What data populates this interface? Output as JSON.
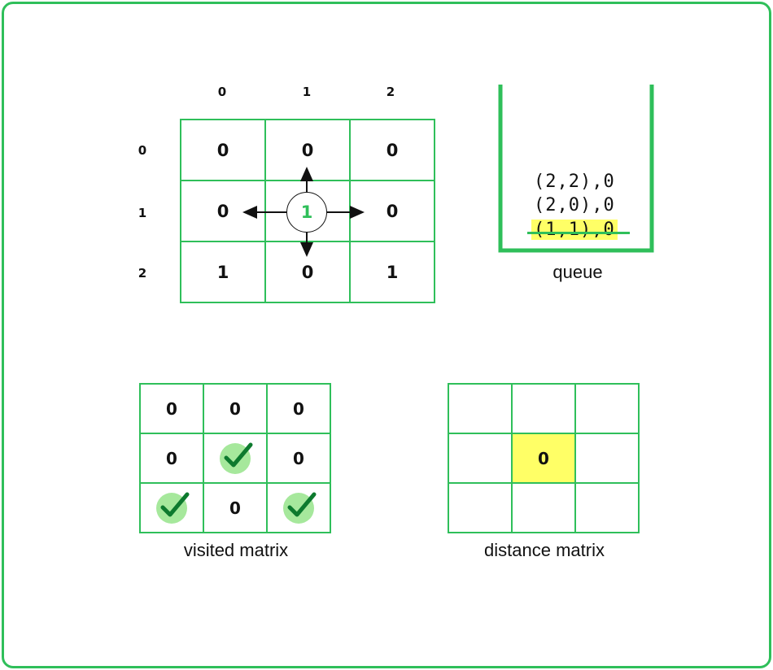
{
  "main_grid": {
    "col_indices": [
      "0",
      "1",
      "2"
    ],
    "row_indices": [
      "0",
      "1",
      "2"
    ],
    "cells": [
      [
        "0",
        "0",
        "0"
      ],
      [
        "0",
        "1",
        "0"
      ],
      [
        "1",
        "0",
        "1"
      ]
    ]
  },
  "queue": {
    "items": [
      "(2,2),0",
      "(2,0),0",
      "(1,1),0"
    ],
    "label": "queue"
  },
  "visited_matrix": {
    "cells": [
      [
        "0",
        "0",
        "0"
      ],
      [
        "0",
        "check",
        "0"
      ],
      [
        "check",
        "0",
        "check"
      ]
    ],
    "label": "visited matrix"
  },
  "distance_matrix": {
    "cells": [
      [
        "",
        "",
        ""
      ],
      [
        "",
        "0",
        ""
      ],
      [
        "",
        "",
        ""
      ]
    ],
    "label": "distance matrix"
  },
  "colors": {
    "grid_border": "#2fbf5a",
    "highlight": "#ffff66",
    "check_bg": "#a6e89c",
    "check_mark": "#0d7a2e"
  }
}
